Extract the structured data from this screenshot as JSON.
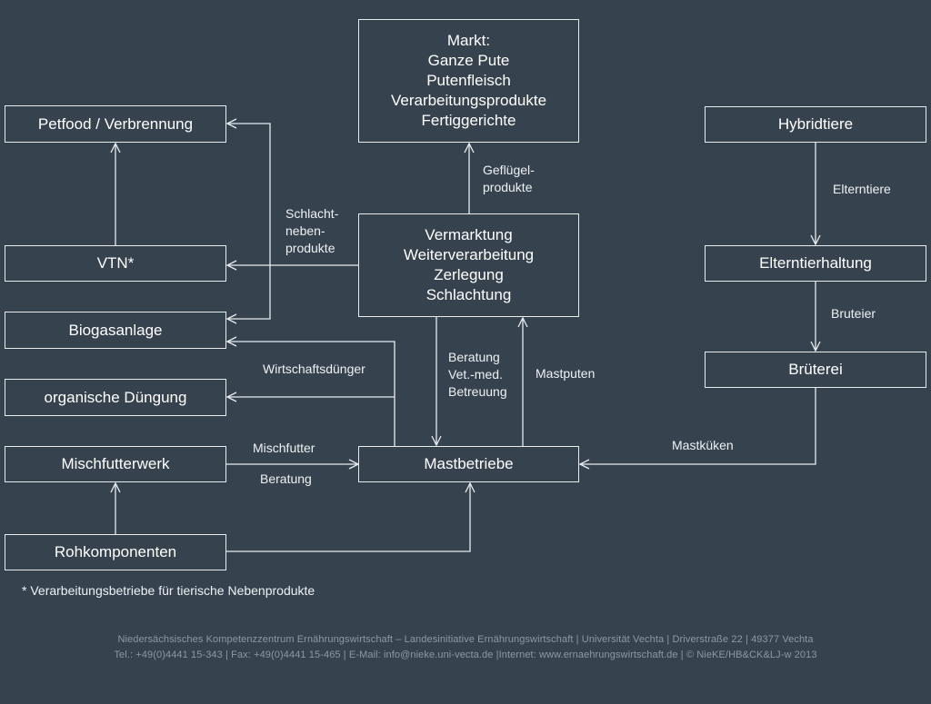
{
  "boxes": {
    "markt": [
      "Markt:",
      "Ganze Pute",
      "Putenfleisch",
      "Verarbeitungsprodukte",
      "Fertiggerichte"
    ],
    "vermarktung": [
      "Vermarktung",
      "Weiterverarbeitung",
      "Zerlegung",
      "Schlachtung"
    ],
    "petfood": "Petfood / Verbrennung",
    "vtn": "VTN*",
    "biogas": "Biogasanlage",
    "duengung": "organische Düngung",
    "mischfutterwerk": "Mischfutterwerk",
    "rohkomponenten": "Rohkomponenten",
    "mastbetriebe": "Mastbetriebe",
    "hybridtiere": "Hybridtiere",
    "elterntierhaltung": "Elterntierhaltung",
    "brueterei": "Brüterei"
  },
  "labels": {
    "gefluegel": [
      "Geflügel-",
      "produkte"
    ],
    "schlacht": [
      "Schlacht-",
      "neben-",
      "produkte"
    ],
    "wirtschaftsduenger": "Wirtschaftsdünger",
    "beratung_vet": [
      "Beratung",
      "Vet.-med.",
      "Betreuung"
    ],
    "mastputen": "Mastputen",
    "mischfutter": "Mischfutter",
    "beratung": "Beratung",
    "mastkueken": "Mastküken",
    "elterntiere": "Elterntiere",
    "bruteier": "Bruteier"
  },
  "footnote": "* Verarbeitungsbetriebe für tierische Nebenprodukte",
  "footer": {
    "line1": "Niedersächsisches Kompetenzzentrum Ernährungswirtschaft – Landesinitiative Ernährungswirtschaft | Universität Vechta | Driverstraße 22 | 49377 Vechta",
    "line2": "Tel.: +49(0)4441 15-343 | Fax: +49(0)4441 15-465 | E-Mail: info@nieke.uni-vecta.de |Internet: www.ernaehrungswirtschaft.de | © NieKE/HB&CK&LJ-w 2013"
  }
}
